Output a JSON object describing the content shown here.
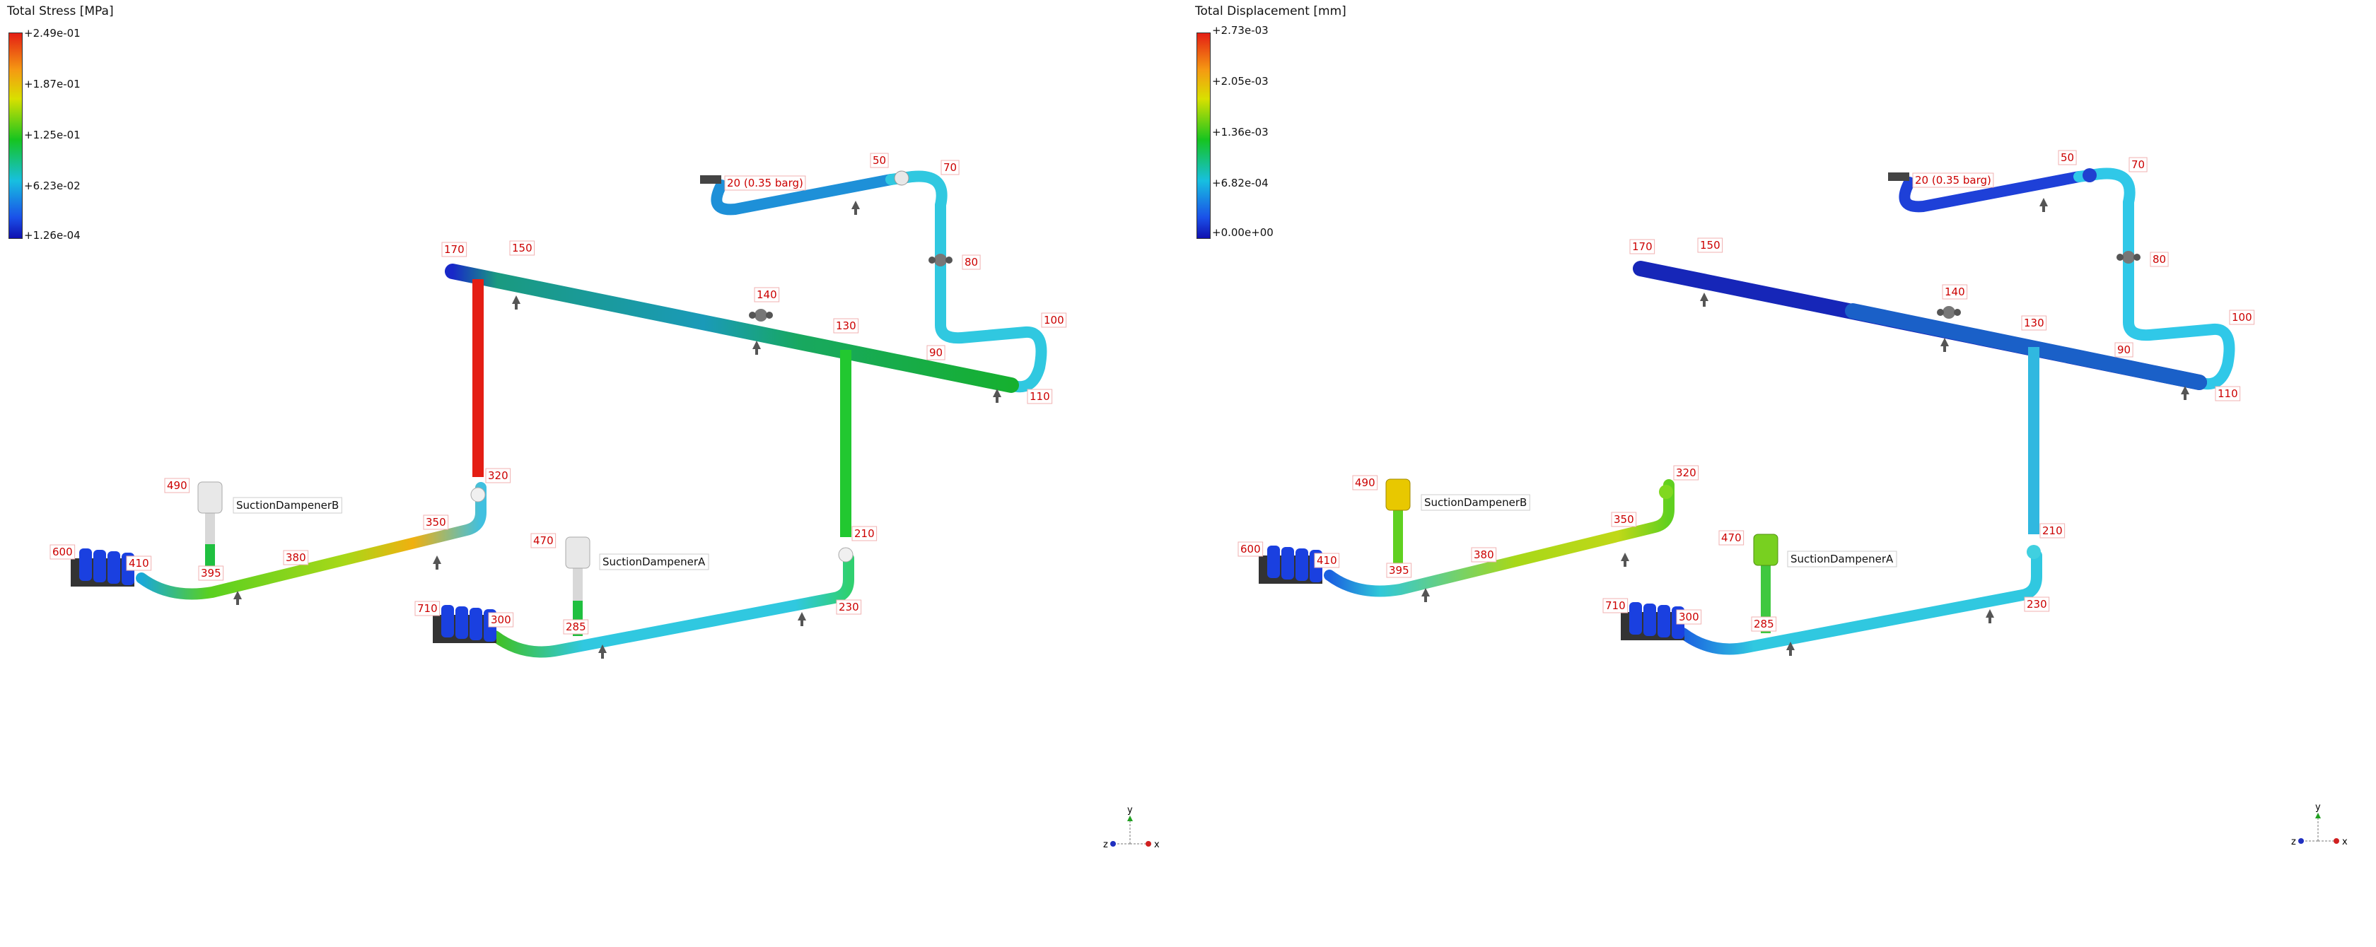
{
  "left": {
    "legend_title": "Total Stress [MPa]",
    "legend_values": [
      "+2.49e-01",
      "+1.87e-01",
      "+1.25e-01",
      "+6.23e-02",
      "+1.26e-04"
    ]
  },
  "right": {
    "legend_title": "Total Displacement [mm]",
    "legend_values": [
      "+2.73e-03",
      "+2.05e-03",
      "+1.36e-03",
      "+6.82e-04",
      "+0.00e+00"
    ]
  },
  "node_labels": [
    "20 (0.35 barg)",
    "50",
    "70",
    "80",
    "100",
    "110",
    "90",
    "130",
    "140",
    "150",
    "170",
    "320",
    "350",
    "210",
    "230",
    "300",
    "285",
    "470",
    "490",
    "395",
    "380",
    "410",
    "600",
    "710"
  ],
  "component_names": [
    "SuctionDampenerB",
    "SuctionDampenerA"
  ],
  "axis_triad": {
    "y": "y",
    "z": "z",
    "x": "x"
  }
}
